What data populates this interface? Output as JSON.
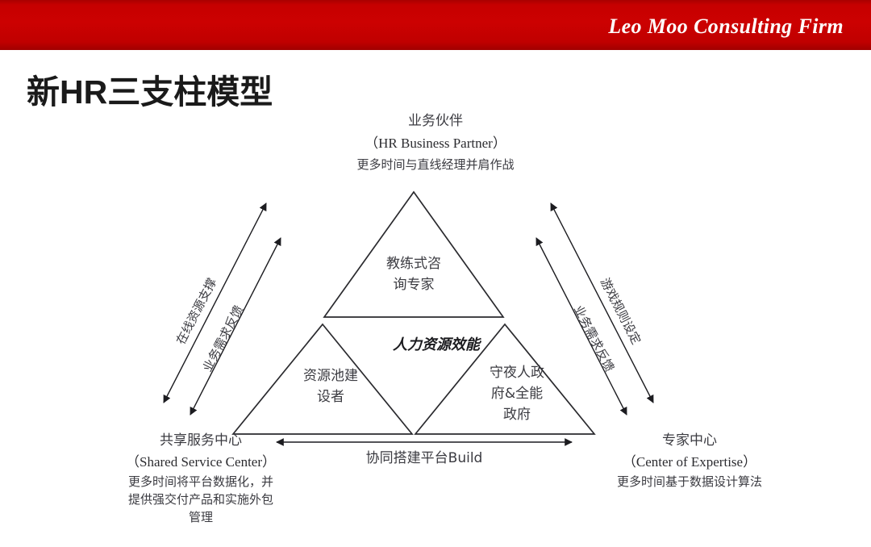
{
  "header": {
    "brand": "Leo Moo Consulting Firm",
    "banner_color": "#c60000",
    "brand_color": "#ffffff"
  },
  "slide": {
    "title": "新HR三支柱模型",
    "background": "#ffffff",
    "text_color": "#1a1a1a"
  },
  "diagram": {
    "type": "three-pillar-triangle-model",
    "center": {
      "label": "人力资源效能"
    },
    "pillars": [
      {
        "id": "hrbp",
        "position": "top",
        "inner_label": "教练式咨\n询专家",
        "inner_label_lines": [
          "教练式咨",
          "询专家"
        ],
        "corner_cn": "业务伙伴",
        "corner_en": "（HR Business Partner）",
        "corner_desc_lines": [
          "更多时间与直线经理并肩作战"
        ]
      },
      {
        "id": "ssc",
        "position": "bottom-left",
        "inner_label": "资源池建\n设者",
        "inner_label_lines": [
          "资源池建",
          "设者"
        ],
        "corner_cn": "共享服务中心",
        "corner_en": "（Shared Service Center）",
        "corner_desc_lines": [
          "更多时间将平台数据化，并",
          "提供强交付产品和实施外包",
          "管理"
        ]
      },
      {
        "id": "coe",
        "position": "bottom-right",
        "inner_label": "守夜人政\n府&全能\n政府",
        "inner_label_lines": [
          "守夜人政",
          "府&全能",
          "政府"
        ],
        "corner_cn": "专家中心",
        "corner_en": "（Center of Expertise）",
        "corner_desc_lines": [
          "更多时间基于数据设计算法"
        ]
      }
    ],
    "flows": [
      {
        "id": "left-outer",
        "label": "在线资源支撑",
        "side": "left",
        "direction": "both"
      },
      {
        "id": "left-inner",
        "label": "业务需求反馈",
        "side": "left",
        "direction": "both"
      },
      {
        "id": "right-outer",
        "label": "游戏规则设定",
        "side": "right",
        "direction": "both"
      },
      {
        "id": "right-inner",
        "label": "业务需求反馈",
        "side": "right",
        "direction": "both"
      },
      {
        "id": "bottom",
        "label": "协同搭建平台Build",
        "side": "bottom",
        "direction": "both"
      }
    ]
  }
}
